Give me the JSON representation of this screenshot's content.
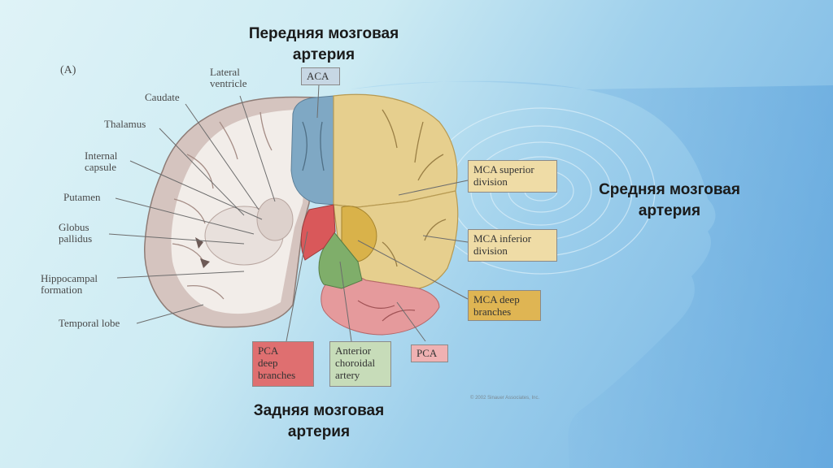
{
  "titles": {
    "anterior": [
      "Передняя мозговая",
      "артерия"
    ],
    "middle": [
      "Средняя мозговая",
      "артерия"
    ],
    "posterior": [
      "Задняя мозговая",
      "артерия"
    ]
  },
  "figure": {
    "panel_label": "(A)",
    "structure_labels": {
      "lateral_ventricle": [
        "Lateral",
        "ventricle"
      ],
      "caudate": "Caudate",
      "thalamus": "Thalamus",
      "internal_capsule": [
        "Internal",
        "capsule"
      ],
      "putamen": "Putamen",
      "globus_pallidus": [
        "Globus",
        "pallidus"
      ],
      "hippocampal_formation": [
        "Hippocampal",
        "formation"
      ],
      "temporal_lobe": "Temporal lobe"
    },
    "territory_boxes": {
      "aca": "ACA",
      "mca_superior": [
        "MCA superior",
        "division"
      ],
      "mca_inferior": [
        "MCA inferior",
        "division"
      ],
      "mca_deep": [
        "MCA deep",
        "branches"
      ],
      "pca_deep": [
        "PCA",
        "deep",
        "branches"
      ],
      "anterior_choroidal": [
        "Anterior",
        "choroidal",
        "artery"
      ],
      "pca": "PCA"
    },
    "copyright": "© 2002 Sinauer Associates, Inc.",
    "colors": {
      "aca": "#7fa8c4",
      "mca_superior": "#e6cf8e",
      "mca_inferior": "#e6cf8e",
      "mca_deep": "#d9b24a",
      "pca_deep": "#d9585a",
      "anterior_choroidal": "#7fae6a",
      "pca": "#e59a9c",
      "brain_white": "#f1ece8",
      "brain_gray": "#c9b3ad"
    }
  }
}
